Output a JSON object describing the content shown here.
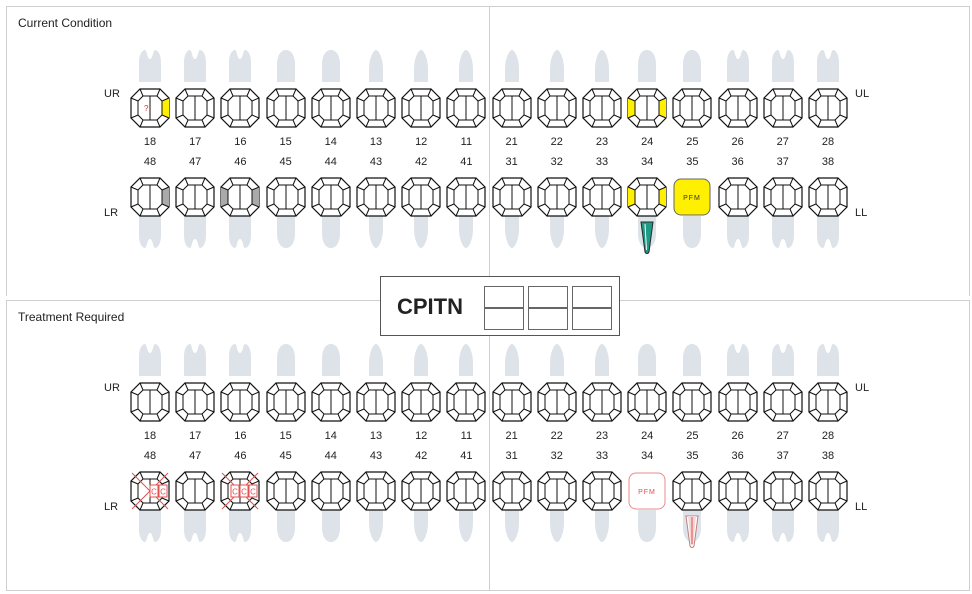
{
  "sections": [
    {
      "id": "current",
      "title": "Current Condition",
      "quadrants": {
        "ur": "UR",
        "ul": "UL",
        "lr": "LR",
        "ll": "LL"
      },
      "upper": [
        "18",
        "17",
        "16",
        "15",
        "14",
        "13",
        "12",
        "11",
        "21",
        "22",
        "23",
        "24",
        "25",
        "26",
        "27",
        "28"
      ],
      "lower": [
        "48",
        "47",
        "46",
        "45",
        "44",
        "43",
        "42",
        "41",
        "31",
        "32",
        "33",
        "34",
        "35",
        "36",
        "37",
        "38"
      ],
      "marks": {
        "18": {
          "yellow": [
            "right"
          ],
          "note": "?"
        },
        "24": {
          "yellow": [
            "left",
            "right"
          ]
        },
        "48": {
          "gray": [
            "right"
          ]
        },
        "46": {
          "gray": [
            "left",
            "right"
          ]
        },
        "34": {
          "yellow": [
            "left",
            "right"
          ],
          "root": "green"
        },
        "35": {
          "crown": "PFM",
          "crownStyle": "yellow"
        }
      }
    },
    {
      "id": "treatment",
      "title": "Treatment Required",
      "quadrants": {
        "ur": "UR",
        "ul": "UL",
        "lr": "LR",
        "ll": "LL"
      },
      "upper": [
        "18",
        "17",
        "16",
        "15",
        "14",
        "13",
        "12",
        "11",
        "21",
        "22",
        "23",
        "24",
        "25",
        "26",
        "27",
        "28"
      ],
      "lower": [
        "48",
        "47",
        "46",
        "45",
        "44",
        "43",
        "42",
        "41",
        "31",
        "32",
        "33",
        "34",
        "35",
        "36",
        "37",
        "38"
      ],
      "marks": {
        "48": {
          "cross": true,
          "letters": [
            "C",
            "C"
          ]
        },
        "46": {
          "cross": true,
          "letters": [
            "C",
            "C",
            "C"
          ]
        },
        "34": {
          "crown": "PFM",
          "crownStyle": "red"
        },
        "35": {
          "root": "red"
        }
      }
    }
  ],
  "cpitn": {
    "label": "CPITN",
    "cells": [
      "",
      "",
      "",
      "",
      "",
      ""
    ]
  },
  "colors": {
    "yellow": "#ffef00",
    "gray": "#aaaaaa",
    "red": "#e05050",
    "ghost": "#dde3e8",
    "green": "#1e9b85"
  }
}
